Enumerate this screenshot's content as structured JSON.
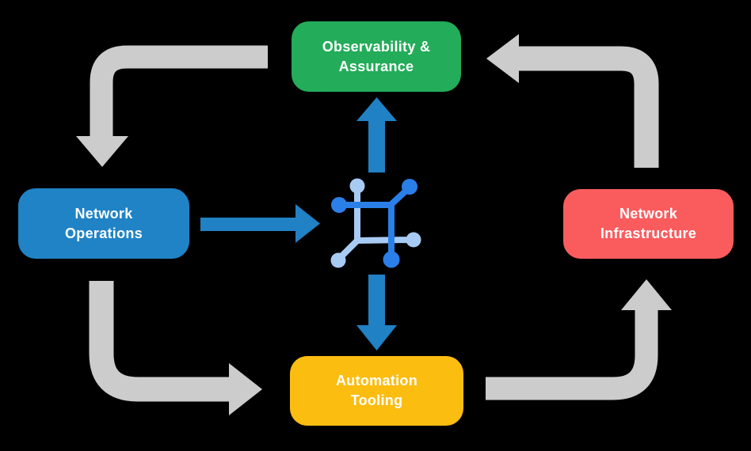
{
  "diagram": {
    "background": "#000000",
    "text_color": "#ffffff",
    "nodes": {
      "observability": {
        "lines": [
          "Observability &",
          "Assurance"
        ],
        "color": "#23ac59"
      },
      "operations": {
        "lines": [
          "Network",
          "Operations"
        ],
        "color": "#2083c5"
      },
      "infrastructure": {
        "lines": [
          "Network",
          "Infrastructure"
        ],
        "color": "#fa5c5e"
      },
      "automation": {
        "lines": [
          "Automation",
          "Tooling"
        ],
        "color": "#fcbd11"
      }
    },
    "center_icon": {
      "name": "network-fabric-icon",
      "primary": "#2b7fe8",
      "secondary": "#a8cbf4"
    },
    "arrows": {
      "cycle_color": "#cccccc",
      "flow_color": "#2081c5"
    }
  }
}
